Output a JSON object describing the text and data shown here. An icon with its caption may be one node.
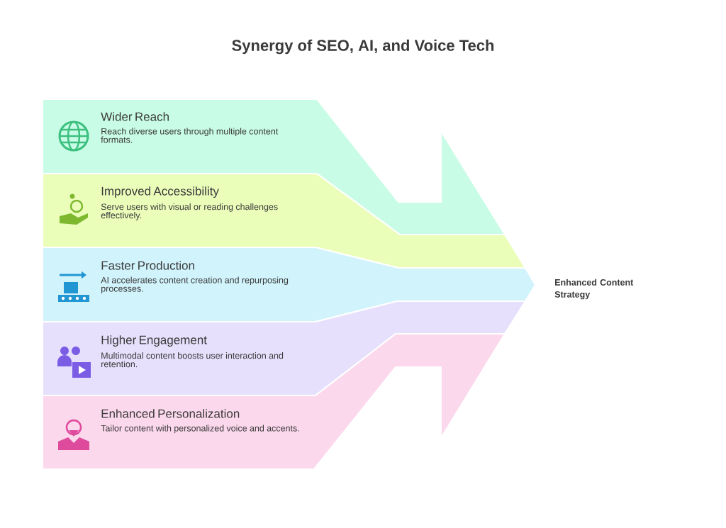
{
  "diagram": {
    "title": "Synergy of SEO, AI, and Voice Tech",
    "nodes": [
      {
        "text": [
          "Wider Reach",
          "Reach diverse users through multiple content formats."
        ]
      },
      {
        "text": [
          "Improved Accessibility",
          "Serve users with visual or reading challenges effectively."
        ]
      },
      {
        "text": [
          "Faster Production",
          "AI accelerates content creation and repurposing processes."
        ]
      },
      {
        "text": [
          "Higher Engagement",
          "Multimodal content boosts user interaction and retention."
        ]
      },
      {
        "text": [
          "Enhanced Personalization",
          "Tailor content with personalized voice and accents."
        ]
      },
      {
        "text": [
          "Enhanced Content Strategy"
        ]
      }
    ]
  }
}
